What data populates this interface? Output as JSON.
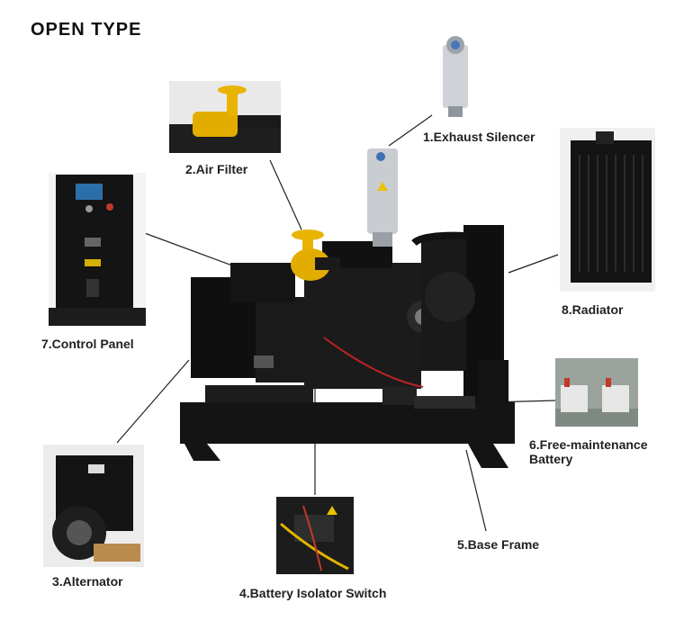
{
  "title": "OPEN TYPE",
  "parts": [
    {
      "id": "exhaust_silencer",
      "label": "1.Exhaust Silencer"
    },
    {
      "id": "air_filter",
      "label": "2.Air Filter"
    },
    {
      "id": "alternator",
      "label": "3.Alternator"
    },
    {
      "id": "battery_isolator_switch",
      "label": "4.Battery Isolator Switch"
    },
    {
      "id": "base_frame",
      "label": "5.Base Frame"
    },
    {
      "id": "battery",
      "label_line1": "6.Free-maintenance",
      "label_line2": "Battery"
    },
    {
      "id": "control_panel",
      "label": "7.Control Panel"
    },
    {
      "id": "radiator",
      "label": "8.Radiator"
    }
  ],
  "colors": {
    "generator_body": "#111111",
    "filter_yellow": "#e8b400",
    "silencer_silver": "#c9cdd2",
    "callout_line": "#222222",
    "battery_red": "#c0392b"
  },
  "icons": [
    "exhaust-silencer-photo",
    "air-filter-photo",
    "control-panel-photo",
    "radiator-photo",
    "alternator-photo",
    "battery-photo",
    "isolator-switch-photo",
    "generator-set-illustration"
  ]
}
